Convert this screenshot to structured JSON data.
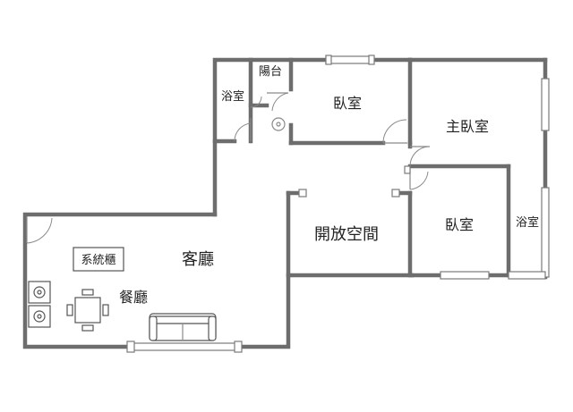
{
  "rooms": {
    "bath_small": "浴室",
    "balcony": "陽台",
    "bedroom_top": "臥室",
    "master_bedroom": "主臥室",
    "open_space": "開放空間",
    "bedroom_right": "臥室",
    "bath_right": "浴室",
    "living_room": "客廳",
    "dining_room": "餐廳",
    "system_cabinet": "系統櫃"
  },
  "colors": {
    "wall": "#6d6d6d",
    "text": "#222222",
    "background": "#ffffff"
  },
  "icons": [
    "stove-icon",
    "dining-table-icon",
    "sofa-icon",
    "door-swing-icon",
    "window-icon"
  ]
}
